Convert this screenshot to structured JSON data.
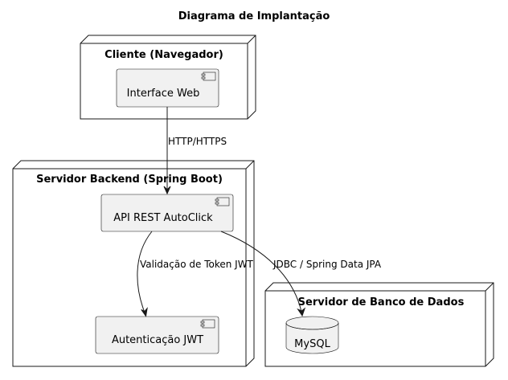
{
  "title": "Diagrama de Implantação",
  "nodes": {
    "client": {
      "label": "Cliente (Navegador)"
    },
    "backend": {
      "label": "Servidor Backend (Spring Boot)"
    },
    "database_server": {
      "label": "Servidor de Banco de Dados"
    }
  },
  "components": {
    "web_ui": {
      "label": "Interface Web",
      "icon": "component-icon"
    },
    "rest_api": {
      "label": "API REST AutoClick",
      "icon": "component-icon"
    },
    "jwt_auth": {
      "label": "Autenticação JWT",
      "icon": "component-icon"
    },
    "mysql": {
      "label": "MySQL",
      "icon": "database-icon"
    }
  },
  "edges": {
    "http": {
      "label": "HTTP/HTTPS"
    },
    "token": {
      "label": "Validação de Token JWT"
    },
    "jdbc": {
      "label": "JDBC / Spring Data JPA"
    }
  },
  "colors": {
    "component_fill": "#f1f1f1",
    "node_fill": "#ffffff",
    "stroke": "#181818"
  }
}
